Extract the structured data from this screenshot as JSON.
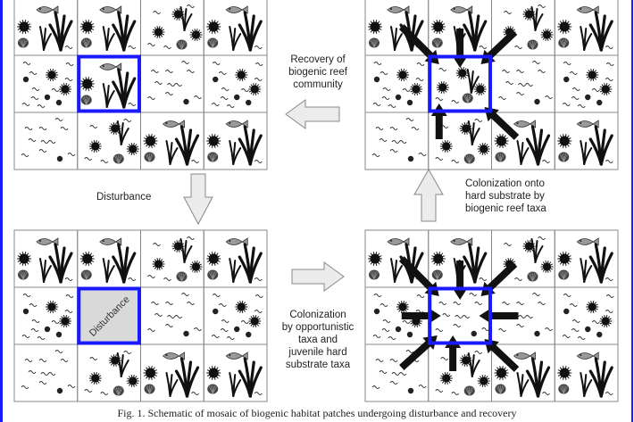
{
  "figure": {
    "caption": "Fig. 1. Schematic of mosaic of biogenic habitat patches undergoing disturbance and recovery",
    "accent_color": "#1a1aff",
    "disturbed_fill": "#d9d9d9"
  },
  "labels": {
    "recovery": [
      "Recovery of",
      "biogenic reef",
      "community"
    ],
    "disturbance": "Disturbance",
    "colonization_opportunistic": [
      "Colonization",
      "by opportunistic",
      "taxa and",
      "juvenile hard",
      "substrate taxa"
    ],
    "colonization_hard": [
      "Colonization onto",
      "hard substrate by",
      "biogenic reef taxa"
    ],
    "disturbed_patch": "Disturbance"
  },
  "panels": [
    {
      "id": "top-left",
      "stage": "recovered",
      "cells": [
        [
          "reef",
          "reef",
          "mixed",
          "reef"
        ],
        [
          "urchins",
          "reef",
          "worms",
          "urchins"
        ],
        [
          "worms",
          "mixed",
          "reef",
          "reef"
        ]
      ],
      "highlight": {
        "row": 1,
        "col": 1
      },
      "inward_arrows": []
    },
    {
      "id": "bottom-left",
      "stage": "disturbed",
      "cells": [
        [
          "reef",
          "reef",
          "mixed",
          "reef"
        ],
        [
          "urchins",
          "disturbed",
          "worms",
          "urchins"
        ],
        [
          "worms",
          "mixed",
          "reef",
          "reef"
        ]
      ],
      "highlight": {
        "row": 1,
        "col": 1
      },
      "inward_arrows": []
    },
    {
      "id": "bottom-right",
      "stage": "opportunistic-colonization",
      "cells": [
        [
          "reef",
          "reef",
          "mixed",
          "reef"
        ],
        [
          "urchins",
          "colonizing-worms",
          "worms",
          "urchins"
        ],
        [
          "worms",
          "mixed",
          "reef",
          "reef"
        ]
      ],
      "highlight": {
        "row": 1,
        "col": 1
      },
      "inward_arrows": [
        "nw",
        "n",
        "ne",
        "w",
        "e",
        "sw",
        "s",
        "se"
      ]
    },
    {
      "id": "top-right",
      "stage": "hard-substrate-colonization",
      "cells": [
        [
          "reef",
          "reef",
          "mixed",
          "reef"
        ],
        [
          "urchins",
          "colonizing-reef",
          "worms",
          "urchins"
        ],
        [
          "worms",
          "mixed",
          "reef",
          "reef"
        ]
      ],
      "highlight": {
        "row": 1,
        "col": 1
      },
      "inward_arrows": [
        "nw",
        "n",
        "ne",
        "s",
        "se"
      ]
    }
  ],
  "flow_arrows": [
    {
      "from": "top-right",
      "to": "top-left",
      "direction": "left",
      "label_key": "recovery"
    },
    {
      "from": "top-left",
      "to": "bottom-left",
      "direction": "down",
      "label_key": "disturbance"
    },
    {
      "from": "bottom-left",
      "to": "bottom-right",
      "direction": "right",
      "label_key": "colonization_opportunistic"
    },
    {
      "from": "bottom-right",
      "to": "top-right",
      "direction": "up",
      "label_key": "colonization_hard"
    }
  ]
}
